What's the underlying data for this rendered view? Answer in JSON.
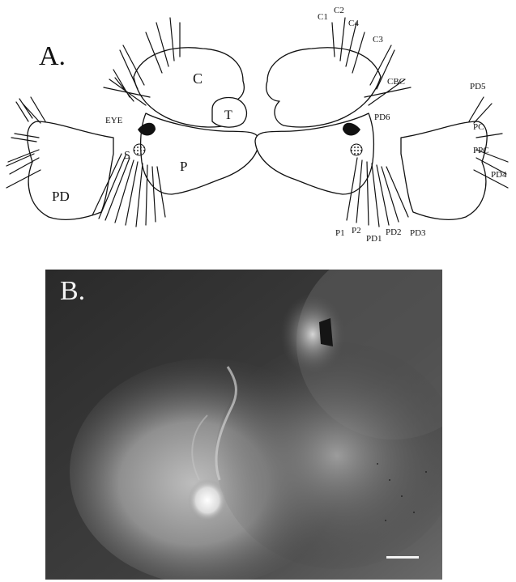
{
  "panel_a": {
    "label": "A.",
    "regions": {
      "cerebral": "C",
      "tentacle": "T",
      "pedal": "PD",
      "pleural": "P",
      "eye": "EYE",
      "statocyst": "S"
    },
    "nerves_right": [
      "C1",
      "C2",
      "C4",
      "C3",
      "CBC",
      "PD6",
      "PD5",
      "PC",
      "PPC",
      "PD4",
      "P1",
      "P2",
      "PD1",
      "PD2",
      "PD3"
    ]
  },
  "panel_b": {
    "label": "B."
  }
}
